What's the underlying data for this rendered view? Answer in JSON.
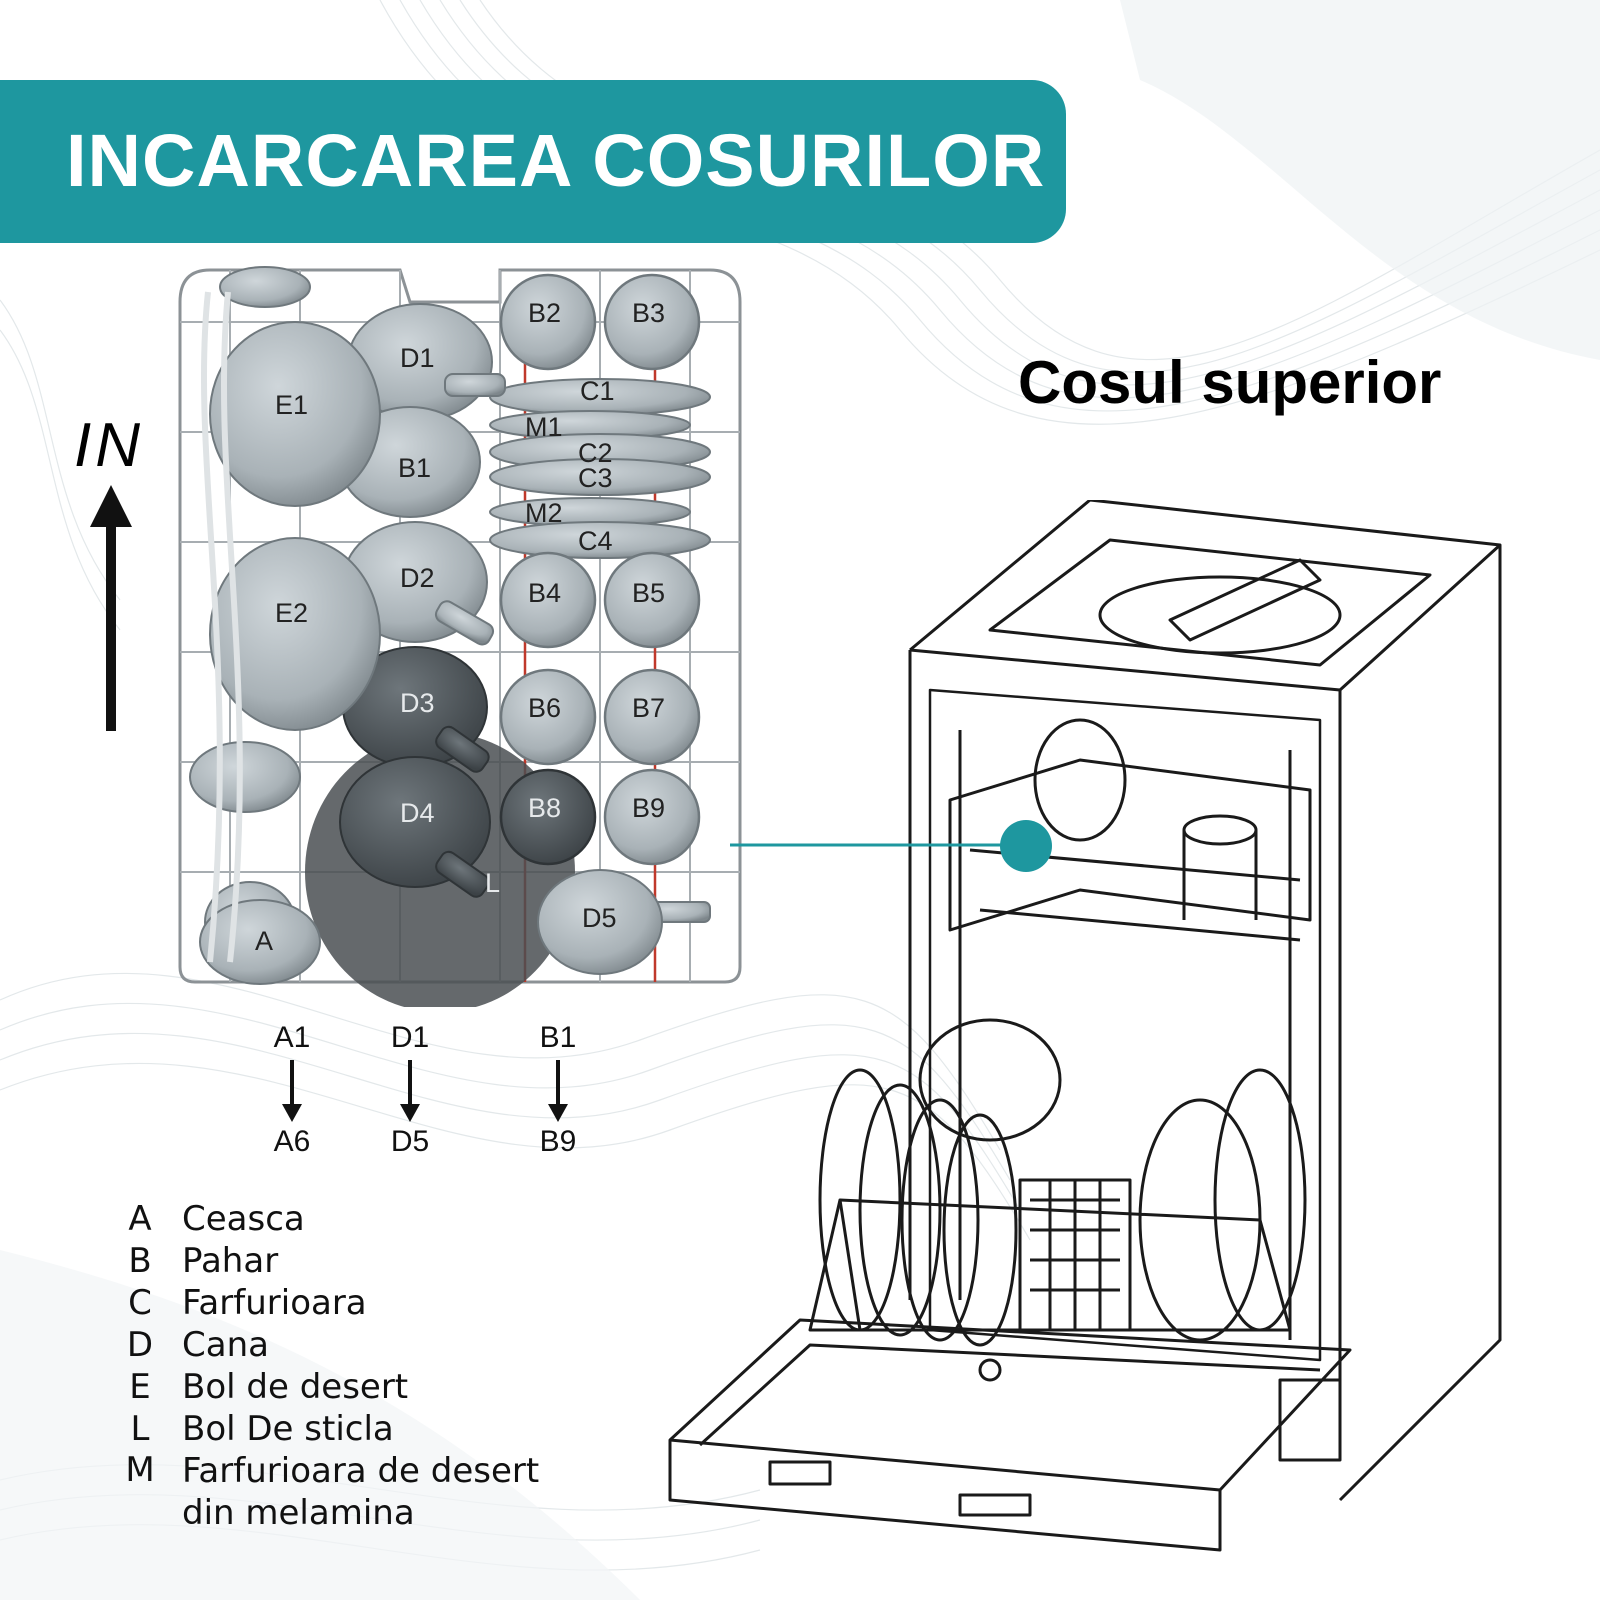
{
  "header": {
    "title": "INCARCAREA COSURILOR",
    "subtitle": "Cosul superior"
  },
  "colors": {
    "accent": "#1e979f",
    "banner_text": "#ffffff",
    "item_fill": "#b3bcc1",
    "item_fill_dark": "#4f5559",
    "rack_wire": "#8c9296"
  },
  "rack": {
    "direction_label": "IN",
    "items": [
      "B2",
      "B3",
      "D1",
      "C1",
      "E1",
      "M1",
      "C2",
      "C3",
      "B1",
      "M2",
      "C4",
      "D2",
      "B4",
      "B5",
      "E2",
      "D3",
      "B6",
      "B7",
      "D4",
      "B8",
      "B9",
      "L",
      "D5",
      "A"
    ]
  },
  "sequence": [
    {
      "from": "A1",
      "to": "A6"
    },
    {
      "from": "D1",
      "to": "D5"
    },
    {
      "from": "B1",
      "to": "B9"
    }
  ],
  "legend": [
    {
      "key": "A",
      "desc": "Ceasca"
    },
    {
      "key": "B",
      "desc": "Pahar"
    },
    {
      "key": "C",
      "desc": "Farfurioara"
    },
    {
      "key": "D",
      "desc": "Cana"
    },
    {
      "key": "E",
      "desc": "Bol de desert"
    },
    {
      "key": "L",
      "desc": "Bol De sticla"
    },
    {
      "key": "M",
      "desc": "Farfurioara de desert\ndin melamina"
    }
  ]
}
